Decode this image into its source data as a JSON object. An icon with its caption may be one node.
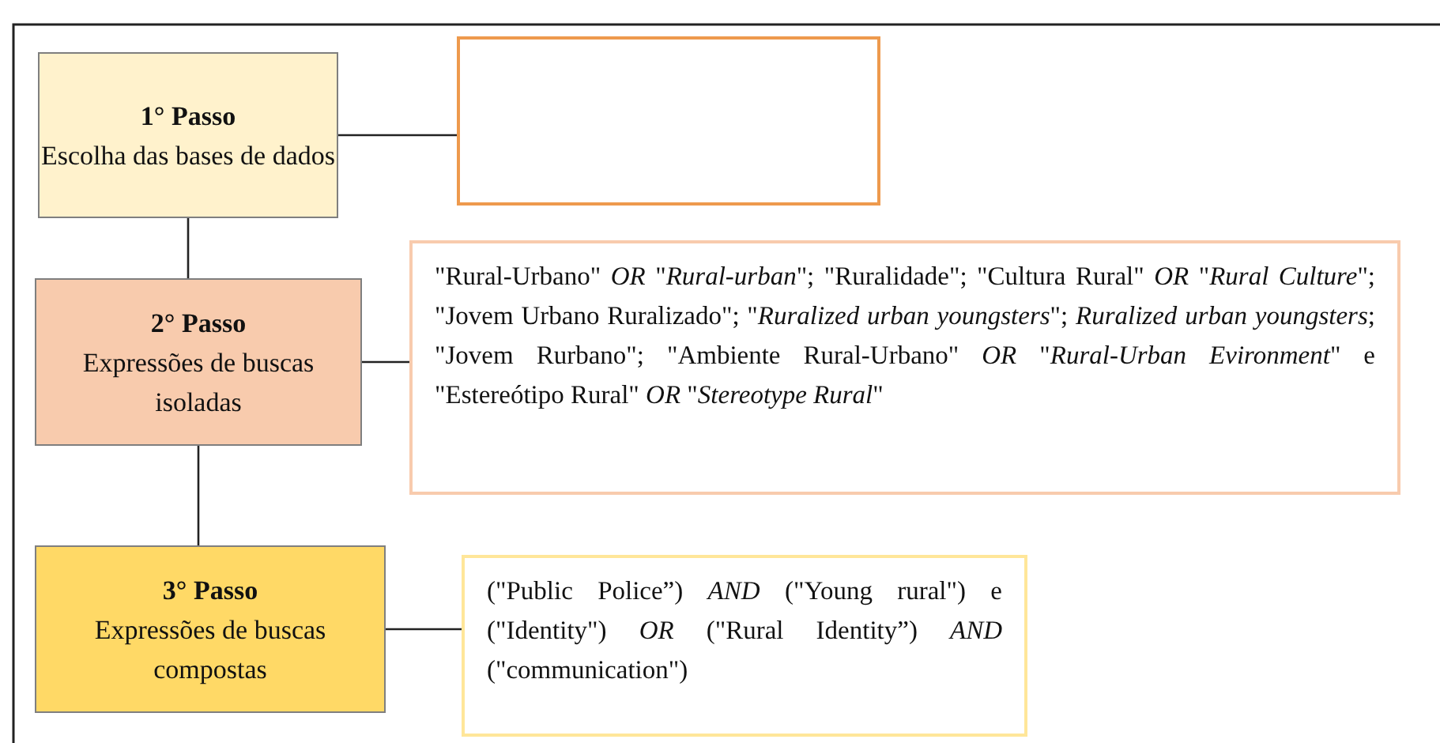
{
  "diagram": {
    "nodes": [
      {
        "text": [
          "1° Passo",
          "Escolha das bases de dados"
        ]
      },
      {
        "text": [],
        "shape": "box"
      },
      {
        "text": [
          "2° Passo",
          "Expressões de buscas isoladas"
        ]
      },
      {
        "text": [
          "\"Rural-Urbano\" *OR* \"*Rural-urban*\"; \"Ruralidade\"; \"Cultura Rural\" *OR* \"*Rural Culture*\"; \"Jovem Urbano Ruralizado\"; \"*Ruralized urban youngsters*\"; *Ruralized urban youngsters*; \"Jovem Rurbano\"; \"Ambiente Rural-Urbano\" *OR* \"*Rural-Urban Evironment*\" e \"Estereótipo Rural\" *OR* \"*Stereotype Rural*\""
        ]
      },
      {
        "text": [
          "3° Passo",
          "Expressões de buscas compostas"
        ]
      },
      {
        "text": [
          "(\"Public Police”) *AND* (\"Young rural\") e (\"Identity\") *OR* (\"Rural Identity”) *AND* (\"communication\")"
        ]
      }
    ],
    "edges": [
      {
        "from": 0,
        "to": 1,
        "arrow": "none"
      },
      {
        "from": 0,
        "to": 2,
        "arrow": "none"
      },
      {
        "from": 2,
        "to": 3,
        "arrow": "none"
      },
      {
        "from": 2,
        "to": 4,
        "arrow": "none"
      },
      {
        "from": 4,
        "to": 5,
        "arrow": "none"
      }
    ]
  }
}
